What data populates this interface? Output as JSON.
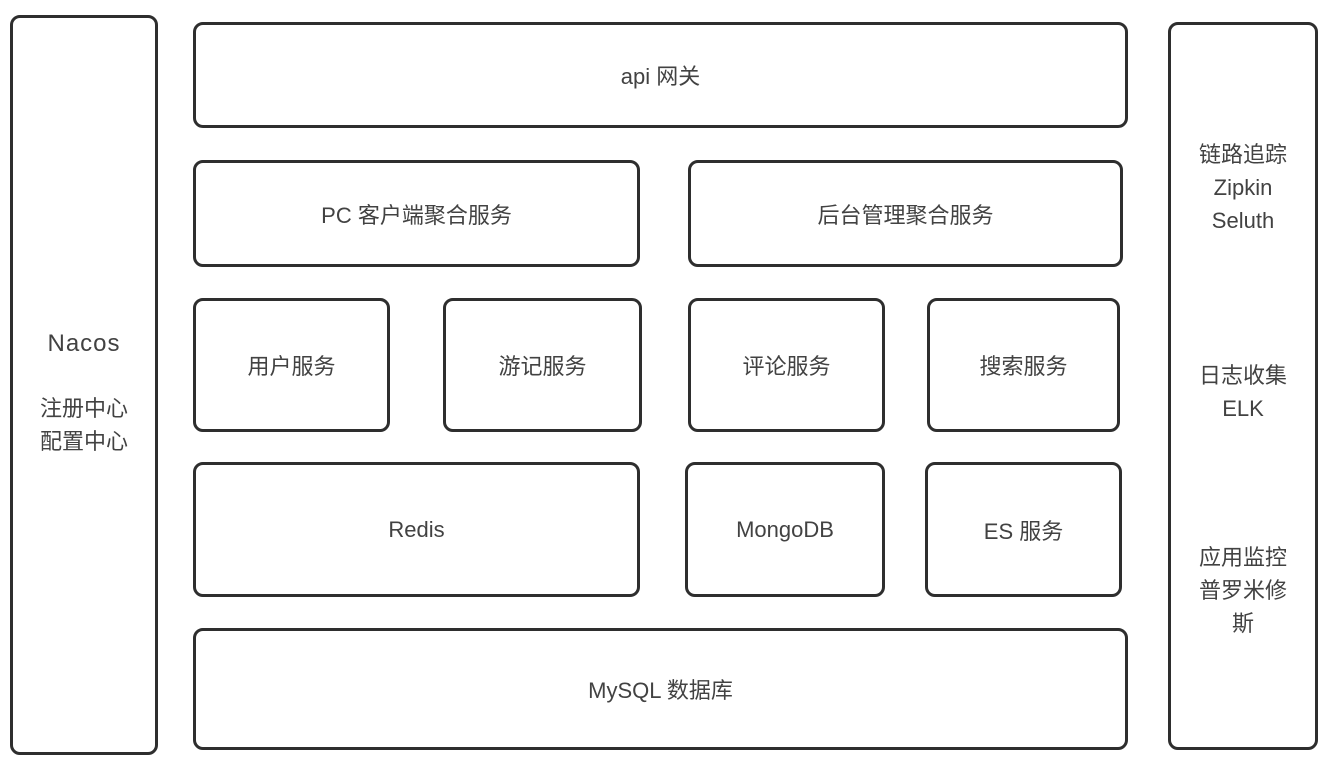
{
  "colors": {
    "background": "#ffffff",
    "border": "#2e2e2e",
    "text": "#424242"
  },
  "left_panel": {
    "title": "Nacos",
    "lines": [
      "注册中心",
      "配置中心"
    ]
  },
  "main": {
    "gateway": "api 网关",
    "aggregation_services": [
      "PC 客户端聚合服务",
      "后台管理聚合服务"
    ],
    "business_services": [
      "用户服务",
      "游记服务",
      "评论服务",
      "搜索服务"
    ],
    "data_services": [
      "Redis",
      "MongoDB",
      "ES 服务"
    ],
    "database": "MySQL 数据库"
  },
  "right_panel": {
    "tracing": {
      "lines": [
        "链路追踪",
        "Zipkin",
        "Seluth"
      ]
    },
    "logging": {
      "lines": [
        "日志收集",
        "ELK"
      ]
    },
    "monitoring": {
      "lines": [
        "应用监控",
        "普罗米修",
        "斯"
      ]
    }
  }
}
